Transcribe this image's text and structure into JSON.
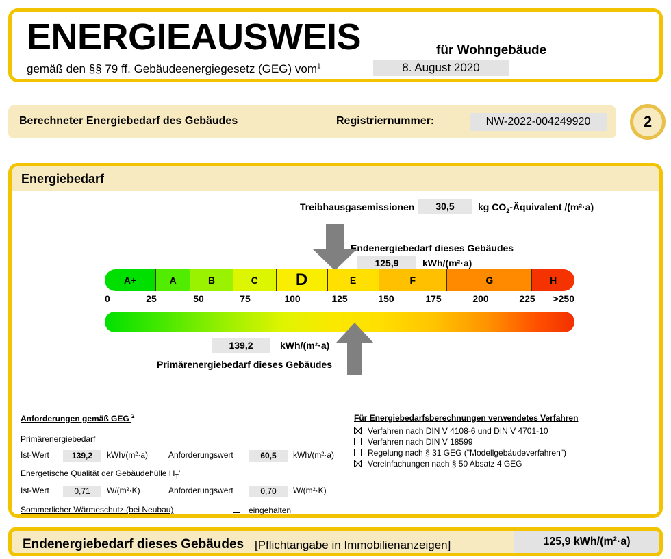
{
  "title": {
    "main": "ENERGIEAUSWEIS",
    "subtitle": "für Wohngebäude",
    "legal_prefix": "gemäß den §§ 79 ff. Gebäudeenergiegesetz (GEG) vom",
    "legal_footnote": "1",
    "date": "8. August 2020"
  },
  "header": {
    "title": "Berechneter Energiebedarf des Gebäudes",
    "reg_label": "Registriernummer:",
    "reg_number": "NW-2022-004249920",
    "page_badge": "2"
  },
  "body": {
    "section_title": "Energiebedarf",
    "ghg": {
      "label": "Treibhausgasemissionen",
      "value": "30,5",
      "unit_pre": "kg CO",
      "unit_sub": "2",
      "unit_post": "-Äquivalent /(m²·a)"
    },
    "end_energy": {
      "label": "Endenergiebedarf dieses Gebäudes",
      "value": "125,9",
      "unit": "kWh/(m²·a)"
    },
    "primary_energy": {
      "label": "Primärenergiebedarf dieses Gebäudes",
      "value": "139,2",
      "unit": "kWh/(m²·a)"
    }
  },
  "chart_data": {
    "type": "bar",
    "title": "Energieeffizienzklassen-Skala",
    "xlabel": "Endenergiebedarf kWh/(m²·a)",
    "ylabel": "",
    "xlim": [
      0,
      250
    ],
    "grid": false,
    "legend": "none",
    "categories": [
      "A+",
      "A",
      "B",
      "C",
      "D",
      "E",
      "F",
      "G",
      "H"
    ],
    "class_ranges": [
      {
        "label": "A+",
        "min": 0,
        "max": 30,
        "color": "#00E000"
      },
      {
        "label": "A",
        "min": 30,
        "max": 50,
        "color": "#52EC00"
      },
      {
        "label": "B",
        "min": 50,
        "max": 75,
        "color": "#9BF200"
      },
      {
        "label": "C",
        "min": 75,
        "max": 100,
        "color": "#DCF500"
      },
      {
        "label": "D",
        "min": 100,
        "max": 130,
        "color": "#FAEE00"
      },
      {
        "label": "E",
        "min": 130,
        "max": 160,
        "color": "#FFE000"
      },
      {
        "label": "F",
        "min": 160,
        "max": 200,
        "color": "#FFC000"
      },
      {
        "label": "G",
        "min": 200,
        "max": 250,
        "color": "#FF8A00"
      },
      {
        "label": "H",
        "min": 250,
        "max": 275,
        "color": "#F53300"
      }
    ],
    "tick_labels": [
      "0",
      "25",
      "50",
      "75",
      "100",
      "125",
      "150",
      "175",
      "200",
      "225",
      ">250"
    ],
    "tick_values": [
      0,
      25,
      50,
      75,
      100,
      125,
      150,
      175,
      200,
      225,
      250
    ],
    "current_class": "D",
    "markers": [
      {
        "name": "Endenergiebedarf",
        "value": 125.9,
        "unit": "kWh/(m²·a)",
        "direction": "down",
        "color": "#808080"
      },
      {
        "name": "Primärenergiebedarf",
        "value": 139.2,
        "unit": "kWh/(m²·a)",
        "direction": "up",
        "color": "#808080"
      }
    ],
    "greenhouse_gas_emissions": {
      "value": 30.5,
      "unit": "kg CO2-Äquivalent /(m²·a)"
    }
  },
  "requirements": {
    "heading": "Anforderungen gemäß GEG",
    "heading_footnote": "2",
    "primary_energy": {
      "sub_heading": "Primärenergiebedarf",
      "actual_label": "Ist-Wert",
      "actual_value": "139,2",
      "actual_unit": "kWh/(m²·a)",
      "required_label": "Anforderungswert",
      "required_value": "60,5",
      "required_unit": "kWh/(m²·a)"
    },
    "envelope": {
      "sub_heading_pre": "Energetische Qualität der Gebäudehülle H",
      "sub_heading_sub": "T",
      "sub_heading_post": "'",
      "actual_label": "Ist-Wert",
      "actual_value": "0,71",
      "actual_unit": "W/(m²·K)",
      "required_label": "Anforderungswert",
      "required_value": "0,70",
      "required_unit": "W/(m²·K)"
    },
    "summer": {
      "label": "Sommerlicher Wärmeschutz (bei Neubau)",
      "checkbox_label": "eingehalten",
      "checked": false
    }
  },
  "method": {
    "heading": "Für Energiebedarfsberechnungen verwendetes Verfahren",
    "options": [
      {
        "label": "Verfahren nach DIN V 4108-6 und DIN V 4701-10",
        "checked": true
      },
      {
        "label": "Verfahren nach DIN V 18599",
        "checked": false
      },
      {
        "label": "Regelung nach § 31 GEG (\"Modellgebäudeverfahren\")",
        "checked": false
      },
      {
        "label": "Vereinfachungen nach § 50 Absatz 4 GEG",
        "checked": true
      }
    ]
  },
  "footer": {
    "label": "Endenergiebedarf dieses Gebäudes",
    "note": "[Pflichtangabe in Immobilienanzeigen]",
    "value": "125,9 kWh/(m²·a)"
  },
  "colors": {
    "frame": "#F2C300",
    "band": "#F7E9C0",
    "value_box": "#E3E3E3",
    "arrow": "#808080"
  }
}
